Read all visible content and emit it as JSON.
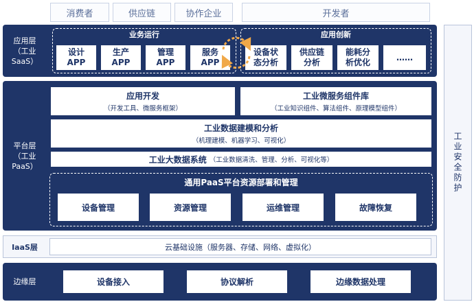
{
  "users": [
    "消费者",
    "供应链",
    "协作企业",
    "开发者"
  ],
  "saas": {
    "label": "应用层\n（工业SaaS）",
    "business": {
      "title": "业务运行",
      "apps": [
        "设计\nAPP",
        "生产\nAPP",
        "管理\nAPP",
        "服务\nAPP"
      ]
    },
    "innovation": {
      "title": "应用创新",
      "apps": [
        "设备状\n态分析",
        "供应链\n分析",
        "能耗分\n析优化",
        "……"
      ]
    }
  },
  "paas": {
    "label": "平台层\n（工业PaaS）",
    "app_dev": {
      "title": "应用开发",
      "sub": "（开发工具、微服务框架）"
    },
    "micro": {
      "title": "工业微服务组件库",
      "sub": "（工业知识组件、算法组件、原理模型组件）"
    },
    "modeling": {
      "title": "工业数据建模和分析",
      "sub": "（机理建模、机器学习、可视化）"
    },
    "bigdata": {
      "title": "工业大数据系统",
      "sub": "（工业数据清洗、管理、分析、可视化等）"
    },
    "resource": {
      "title": "通用PaaS平台资源部署和管理",
      "items": [
        "设备管理",
        "资源管理",
        "运维管理",
        "故障恢复"
      ]
    }
  },
  "iaas": {
    "label": "IaaS层",
    "content": "云基础设施（服务器、存储、网络、虚拟化）"
  },
  "edge": {
    "label": "边缘层",
    "items": [
      "设备接入",
      "协议解析",
      "边缘数据处理"
    ]
  },
  "security": "工业安全防护"
}
